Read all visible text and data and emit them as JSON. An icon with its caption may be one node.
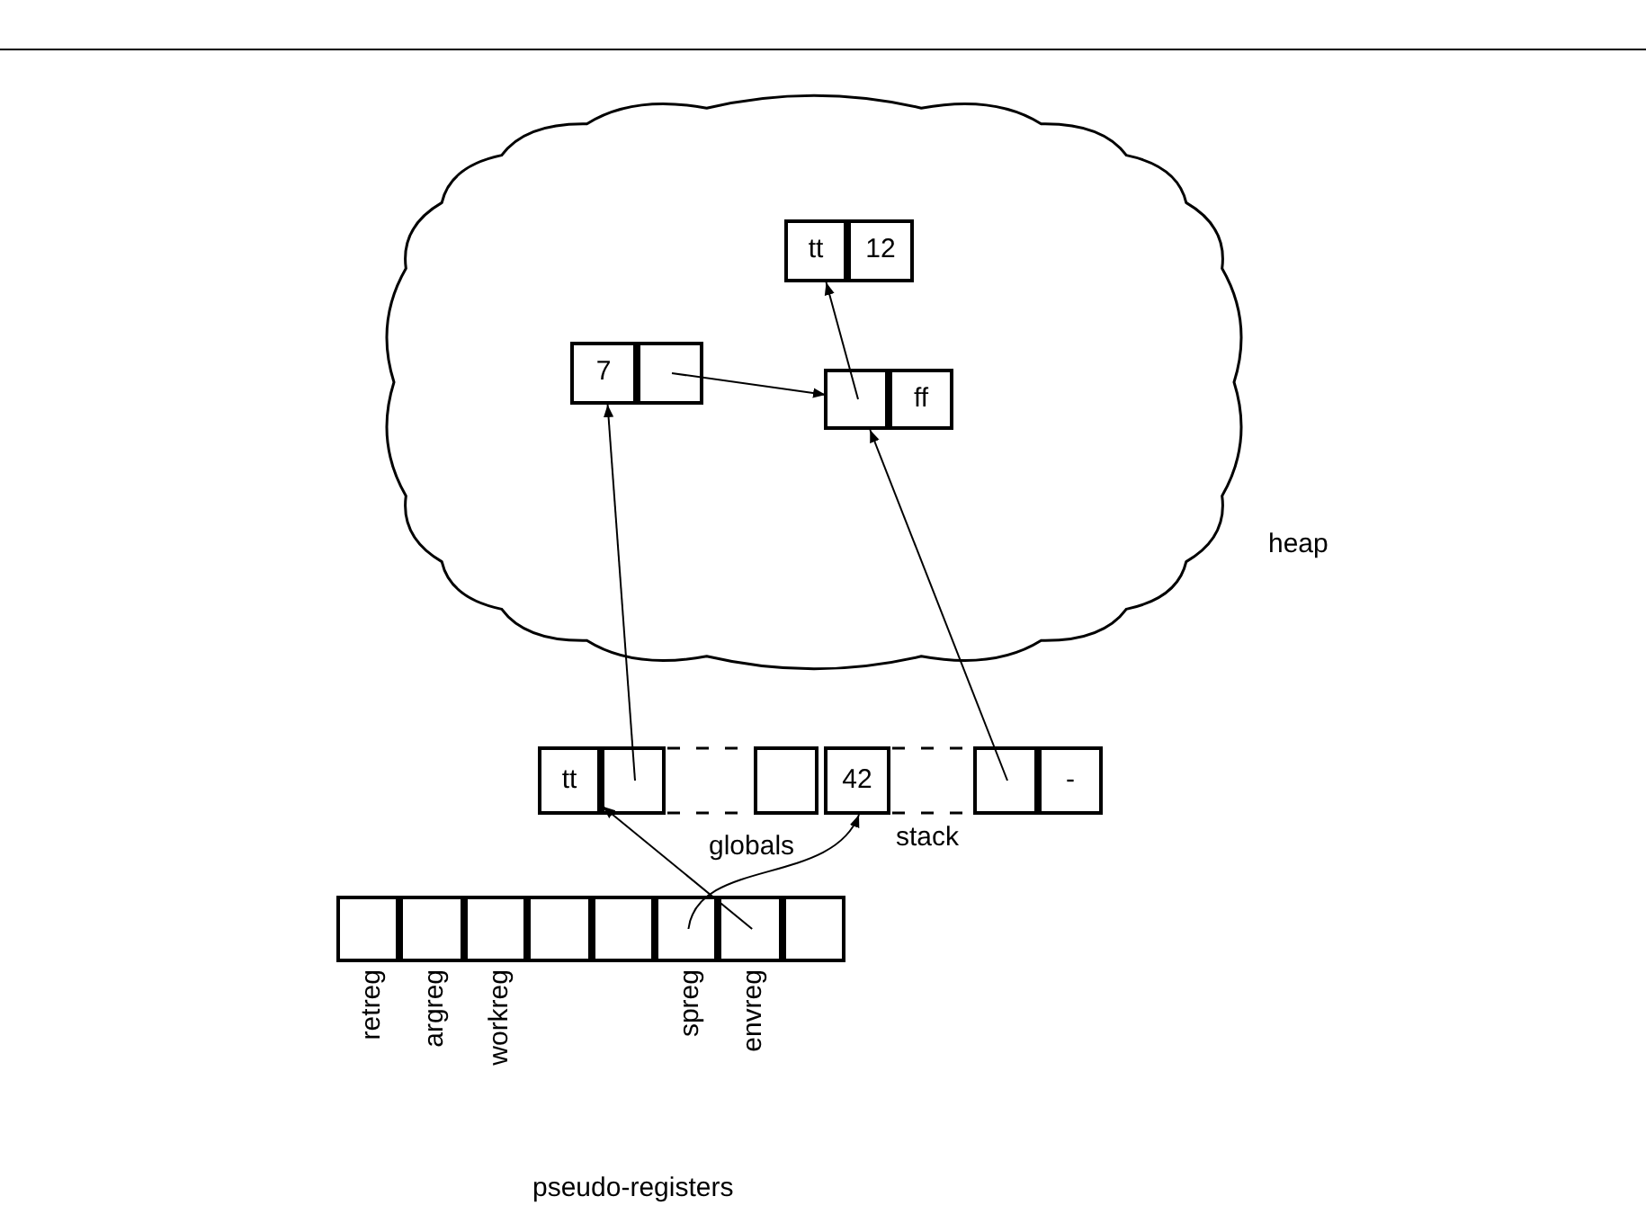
{
  "diagram": {
    "nodes": [
      {
        "text": [],
        "shape": "cloud",
        "beside": [
          "heap"
        ]
      },
      {
        "text": [
          "tt"
        ],
        "in": 0
      },
      {
        "text": [
          "12"
        ],
        "in": 0
      },
      {
        "text": [
          "7"
        ],
        "in": 0
      },
      {
        "text": [],
        "shape": "box",
        "in": 0
      },
      {
        "text": [],
        "shape": "box",
        "in": 0
      },
      {
        "text": [
          "ff"
        ],
        "in": 0
      },
      {
        "text": [
          "tt"
        ]
      },
      {
        "text": [],
        "shape": "box"
      },
      {
        "text": [],
        "shape": "box"
      },
      {
        "text": [
          "42"
        ]
      },
      {
        "text": [],
        "shape": "box"
      },
      {
        "text": [
          "-"
        ]
      },
      {
        "text": [],
        "shape": "box",
        "beside": [
          "retreg"
        ]
      },
      {
        "text": [],
        "shape": "box",
        "beside": [
          "argreg"
        ]
      },
      {
        "text": [],
        "shape": "box",
        "beside": [
          "workreg"
        ]
      },
      {
        "text": [],
        "shape": "box"
      },
      {
        "text": [],
        "shape": "box"
      },
      {
        "text": [],
        "shape": "box",
        "beside": [
          "spreg"
        ]
      },
      {
        "text": [],
        "shape": "box",
        "beside": [
          "envreg"
        ]
      },
      {
        "text": [],
        "shape": "box"
      }
    ],
    "edges": [
      {
        "from": 4,
        "to": 5,
        "arrow": "to"
      },
      {
        "from": 5,
        "to": 1,
        "arrow": "to"
      },
      {
        "from": 8,
        "to": 3,
        "arrow": "to"
      },
      {
        "from": 11,
        "to": 5,
        "arrow": "to"
      },
      {
        "from": 19,
        "to": 7,
        "arrow": "to"
      },
      {
        "from": 18,
        "to": 10,
        "arrow": "to"
      }
    ],
    "labels": [
      "globals",
      "stack",
      "pseudo-registers"
    ]
  }
}
